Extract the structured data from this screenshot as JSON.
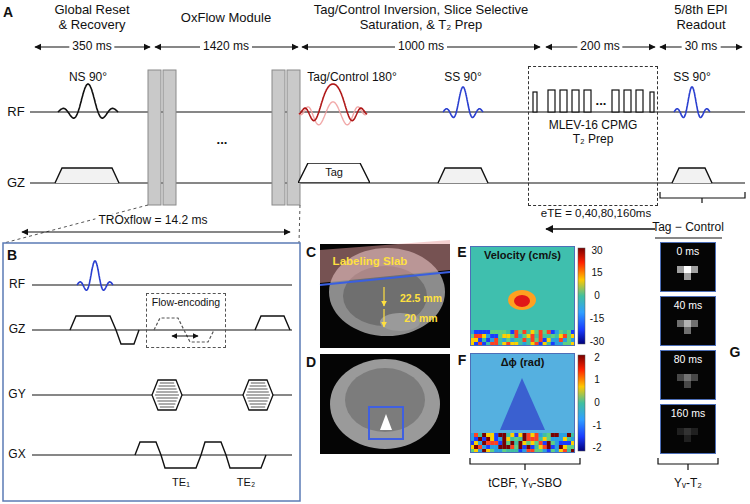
{
  "diagram": {
    "nodes": [
      {
        "text": [
          "MLEV-16 CPMG T₂ Prep"
        ]
      },
      {
        "text": [
          "Tag"
        ]
      },
      {
        "text": [
          "Flow-encoding"
        ]
      },
      {
        "text": [
          "Velocity (cm/s)"
        ]
      },
      {
        "text": [
          "Δϕ (rad)"
        ]
      },
      {
        "text": [
          "0 ms"
        ]
      },
      {
        "text": [
          "40 ms"
        ]
      },
      {
        "text": [
          "80 ms"
        ]
      },
      {
        "text": [
          "160 ms"
        ]
      }
    ],
    "labels": [
      "A",
      "Global Reset & Recovery",
      "OxFlow Module",
      "Tag/Control Inversion, Slice Selective Saturation, & T₂ Prep",
      "5/8th EPI Readout",
      "350 ms",
      "1420 ms",
      "1000 ms",
      "200 ms",
      "30 ms",
      "NS 90°",
      "Tag/Control 180°",
      "SS 90°",
      "SS 90°",
      "RF",
      "GZ",
      "...",
      "...",
      "eTE = 0,40,80,160ms",
      "TROxflow = 14.2 ms",
      "Tag − Control",
      "B",
      "RF",
      "GZ",
      "GY",
      "GX",
      "TE₁",
      "TE₂",
      "C",
      "Labeling Slab",
      "22.5 mm",
      "20 mm",
      "D",
      "E",
      "30",
      "15",
      "0",
      "-15",
      "-30",
      "F",
      "2",
      "1",
      "0",
      "-1",
      "-2",
      "G",
      "tCBF, Yᵥ-SBO",
      "Yᵥ-T₂"
    ]
  }
}
